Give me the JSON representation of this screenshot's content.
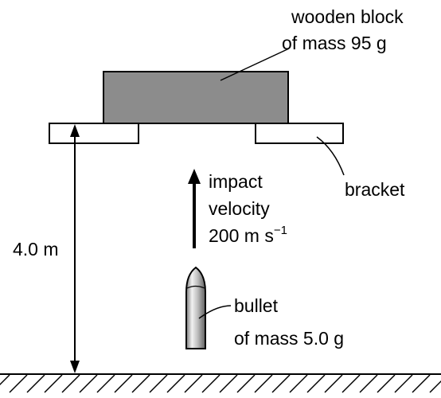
{
  "labels": {
    "wooden_block_line1": "wooden block",
    "wooden_block_line2": "of mass 95 g",
    "bracket": "bracket",
    "impact_line1": "impact",
    "impact_line2": "velocity",
    "impact_speed": "200 m s",
    "impact_speed_exponent": "−1",
    "height": "4.0 m",
    "bullet_line1": "bullet",
    "bullet_line2": "of mass 5.0 g"
  },
  "colors": {
    "block_fill": "#8c8c8c",
    "stroke": "#000000",
    "bullet_light": "#f0f0f0",
    "bullet_dark": "#6e6e6e"
  }
}
